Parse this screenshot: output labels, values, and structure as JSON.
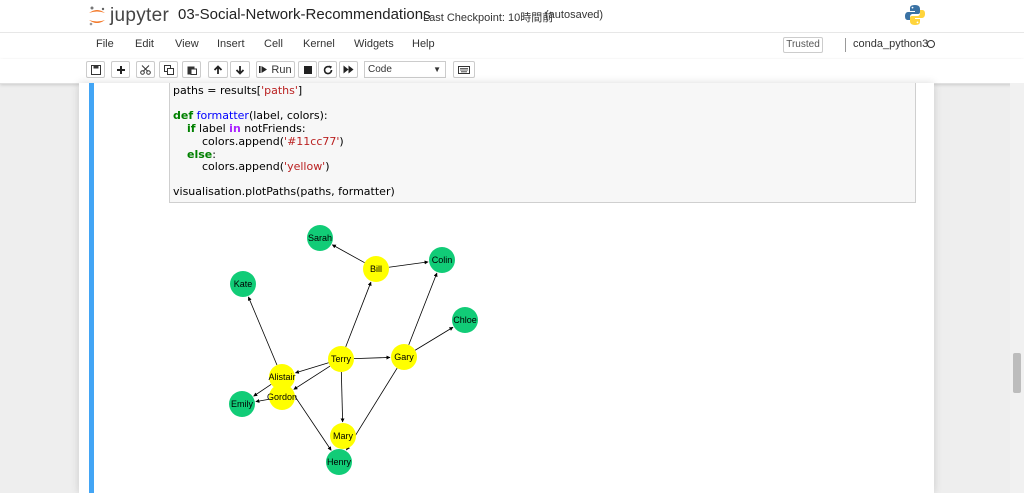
{
  "header": {
    "logo_text": "jupyter",
    "notebook_title": "03-Social-Network-Recommendations",
    "checkpoint_text": "Last Checkpoint: 10時間前",
    "autosave_text": "(autosaved)"
  },
  "menu": {
    "items": [
      "File",
      "Edit",
      "View",
      "Insert",
      "Cell",
      "Kernel",
      "Widgets",
      "Help"
    ],
    "trusted_label": "Trusted",
    "kernel_name": "conda_python3"
  },
  "toolbar": {
    "run_label": "Run",
    "cell_type": "Code"
  },
  "code": {
    "line1_prefix": "paths = results[",
    "line1_str": "'paths'",
    "line1_suffix": "]",
    "line2_kw": "def",
    "line2_fn": "formatter",
    "line2_rest": "(label, colors):",
    "line3_kw": "if",
    "line3_mid": " label ",
    "line3_in": "in",
    "line3_rest": " notFriends:",
    "line4_prefix": "colors.append(",
    "line4_str": "'#11cc77'",
    "line4_suffix": ")",
    "line5_kw": "else",
    "line5_rest": ":",
    "line6_prefix": "colors.append(",
    "line6_str": "'yellow'",
    "line6_suffix": ")",
    "line7": "visualisation.plotPaths(paths, formatter)"
  },
  "graph": {
    "colors": {
      "friend": "#ffff00",
      "not_friend": "#11cc77"
    },
    "nodes": [
      {
        "id": "Sarah",
        "type": "not_friend"
      },
      {
        "id": "Bill",
        "type": "friend"
      },
      {
        "id": "Colin",
        "type": "not_friend"
      },
      {
        "id": "Kate",
        "type": "not_friend"
      },
      {
        "id": "Chloe",
        "type": "not_friend"
      },
      {
        "id": "Terry",
        "type": "friend"
      },
      {
        "id": "Gary",
        "type": "friend"
      },
      {
        "id": "Alistair",
        "type": "friend"
      },
      {
        "id": "Gordon",
        "type": "friend"
      },
      {
        "id": "Emily",
        "type": "not_friend"
      },
      {
        "id": "Mary",
        "type": "friend"
      },
      {
        "id": "Henry",
        "type": "not_friend"
      }
    ],
    "edges": [
      [
        "Bill",
        "Sarah"
      ],
      [
        "Bill",
        "Colin"
      ],
      [
        "Terry",
        "Bill"
      ],
      [
        "Terry",
        "Gary"
      ],
      [
        "Terry",
        "Alistair"
      ],
      [
        "Terry",
        "Gordon"
      ],
      [
        "Terry",
        "Mary"
      ],
      [
        "Gary",
        "Colin"
      ],
      [
        "Gary",
        "Chloe"
      ],
      [
        "Gary",
        "Henry"
      ],
      [
        "Alistair",
        "Kate"
      ],
      [
        "Alistair",
        "Emily"
      ],
      [
        "Gordon",
        "Emily"
      ],
      [
        "Alistair",
        "Henry"
      ]
    ]
  }
}
